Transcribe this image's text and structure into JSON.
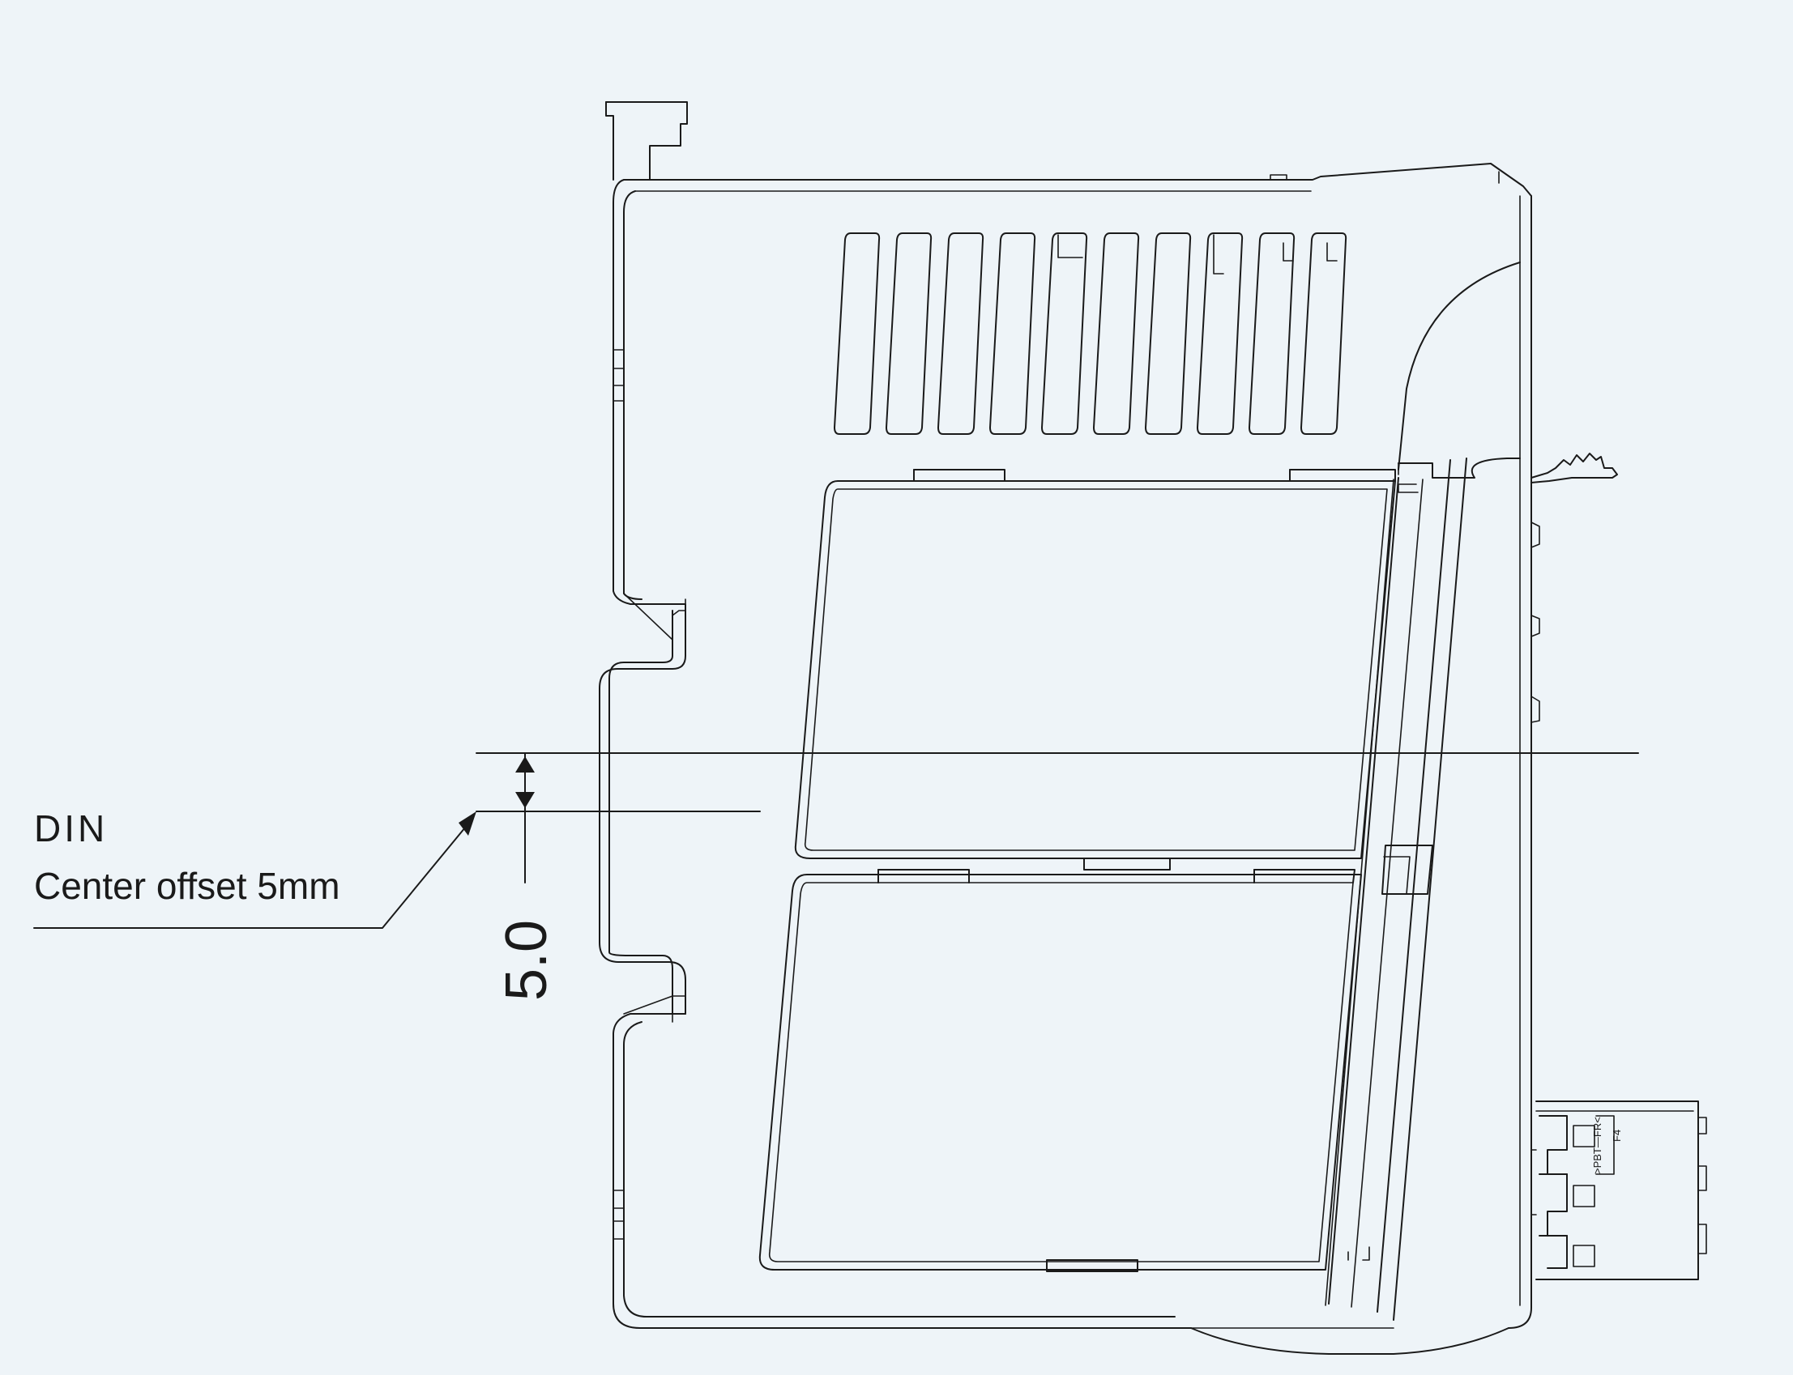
{
  "annotation": {
    "din_label": "DIN",
    "offset_label": "Center offset 5mm",
    "dimension_value": "5.0"
  },
  "colors": {
    "background": "#eef4f8",
    "line": "#1a1a1a"
  }
}
